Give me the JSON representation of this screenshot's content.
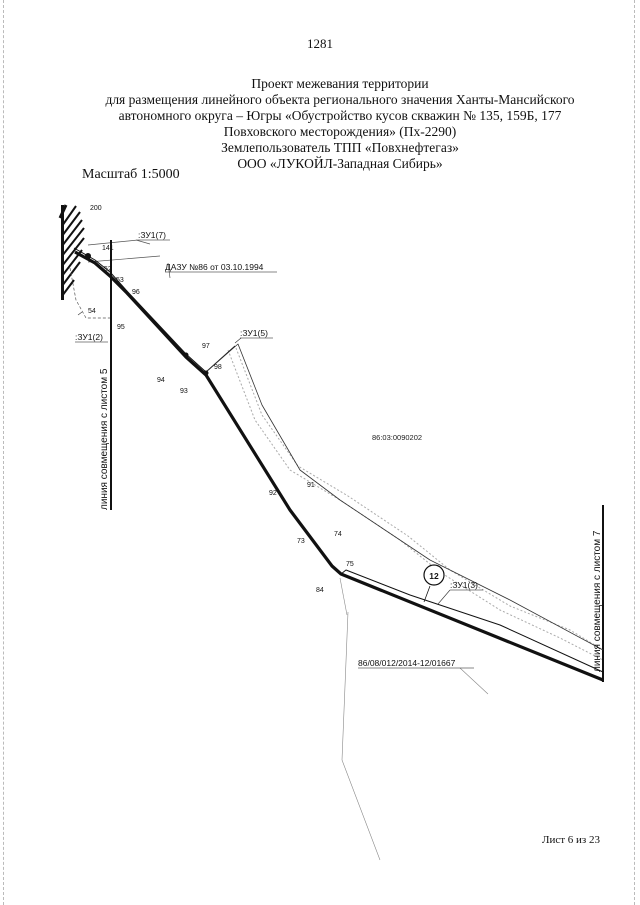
{
  "header": {
    "page_number": "1281",
    "title_lines": [
      "Проект межевания территории",
      "для размещения линейного объекта регионального значения Ханты-Мансийского",
      "автономного округа – Югры «Обустройство кусов скважин № 135, 159Б, 177",
      "Повховского месторождения» (Пх-2290)",
      "Землепользователь ТПП «Повхнефтегаз»",
      "ООО «ЛУКОЙЛ-Западная Сибирь»"
    ]
  },
  "scale_label": "Масштаб 1:5000",
  "footer": {
    "sheet_label": "Лист 6 из 23"
  },
  "map": {
    "parcel_labels": {
      "zu1_7": ":ЗУ1(7)",
      "zu1_2": ":ЗУ1(2)",
      "zu1_5": ":ЗУ1(5)",
      "zu1_3": ":ЗУ1(3)"
    },
    "dazu_label": "ДАЗУ №86 от 03.10.1994",
    "cadastral_block": "86:03:0090202",
    "cadastral_number": "86/08/012/2014-12/01667",
    "circle_number": "12",
    "match_line_left": "линия совмещения с листом 5",
    "match_line_right": "линия совмещения с листом 7",
    "points": {
      "p200": "200",
      "p141": "141",
      "p52": "52",
      "p53": "53",
      "p54": "54",
      "p96": "96",
      "p95": "95",
      "p97": "97",
      "p94": "94",
      "p98": "98",
      "p93": "93",
      "p92": "92",
      "p91": "91",
      "p74": "74",
      "p73": "73",
      "p75": "75",
      "p84": "84"
    }
  }
}
